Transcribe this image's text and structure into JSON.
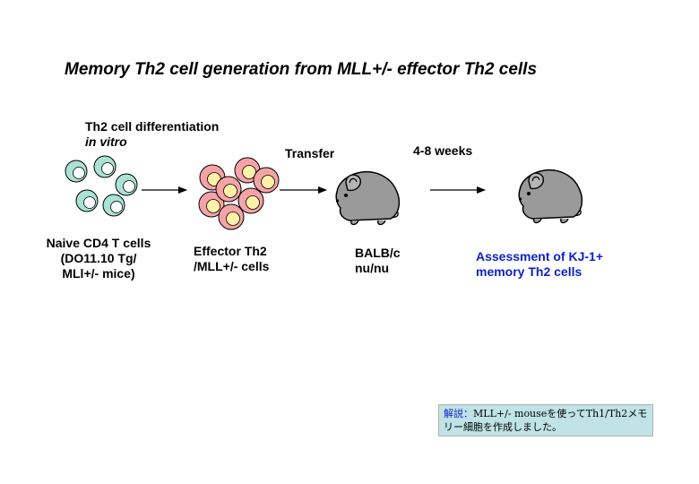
{
  "title": "Memory Th2 cell generation from MLL+/- effector Th2 cells",
  "steps": {
    "differentiation_line1": "Th2 cell differentiation",
    "differentiation_line2": "in vitro",
    "transfer": "Transfer",
    "duration": "4-8 weeks"
  },
  "naive": {
    "line1": "Naive CD4 T cells",
    "line2": "(DO11.10 Tg/",
    "line3": "MLl+/- mice)"
  },
  "effector": {
    "line1": "Effector Th2",
    "line2": "/MLL+/- cells"
  },
  "host": {
    "line1": "BALB/c",
    "line2": "nu/nu"
  },
  "assessment": {
    "line1": "Assessment of KJ-1+",
    "line2": "memory Th2 cells",
    "color": "#0b1fd6"
  },
  "note": {
    "key": "解説：",
    "text": "MLL+/- mouseを使ってTh1/Th2メモリー細胞を作成しました。"
  },
  "colors": {
    "naive_cell_outer": "#a8e3d3",
    "naive_cell_inner": "#ffffff",
    "effector_cell_outer": "#f6a3a8",
    "effector_cell_inner": "#fff2a8",
    "mouse_body": "#9a9a9a"
  },
  "icons": [
    "naive-cell-icon",
    "effector-cell-icon",
    "arrow-icon",
    "mouse-icon"
  ]
}
